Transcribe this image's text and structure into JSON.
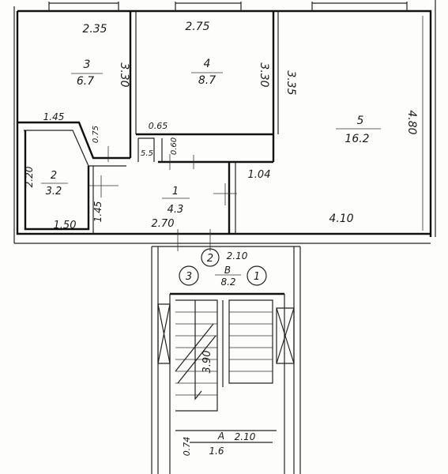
{
  "rooms": [
    {
      "id": "room-3",
      "number": "3",
      "area": "6.7"
    },
    {
      "id": "room-4",
      "number": "4",
      "area": "8.7"
    },
    {
      "id": "room-5",
      "number": "5",
      "area": "16.2"
    },
    {
      "id": "room-2",
      "number": "2",
      "area": "3.2"
    },
    {
      "id": "room-1",
      "number": "1",
      "area": "4.3"
    }
  ],
  "dimensions": {
    "d_235": "2.35",
    "d_275": "2.75",
    "d_330_a": "3.30",
    "d_330_b": "3.30",
    "d_335": "3.35",
    "d_480": "4.80",
    "d_145_a": "1.45",
    "d_075": "0.75",
    "d_065": "0.65",
    "d_060": "0.60",
    "d_55": "5.5",
    "d_104": "1.04",
    "d_220": "2.20",
    "d_145_b": "1.45",
    "d_150": "1.50",
    "d_270": "2.70",
    "d_410": "4.10",
    "d_210_a": "2.10",
    "d_390": "3.90",
    "d_074": "0.74",
    "d_210_b": "2.10"
  },
  "stair": {
    "label_b": "B",
    "area_b": "8.2",
    "circle_1": "1",
    "circle_2": "2",
    "circle_3": "3",
    "label_a": "A",
    "area_a": "1.6"
  }
}
